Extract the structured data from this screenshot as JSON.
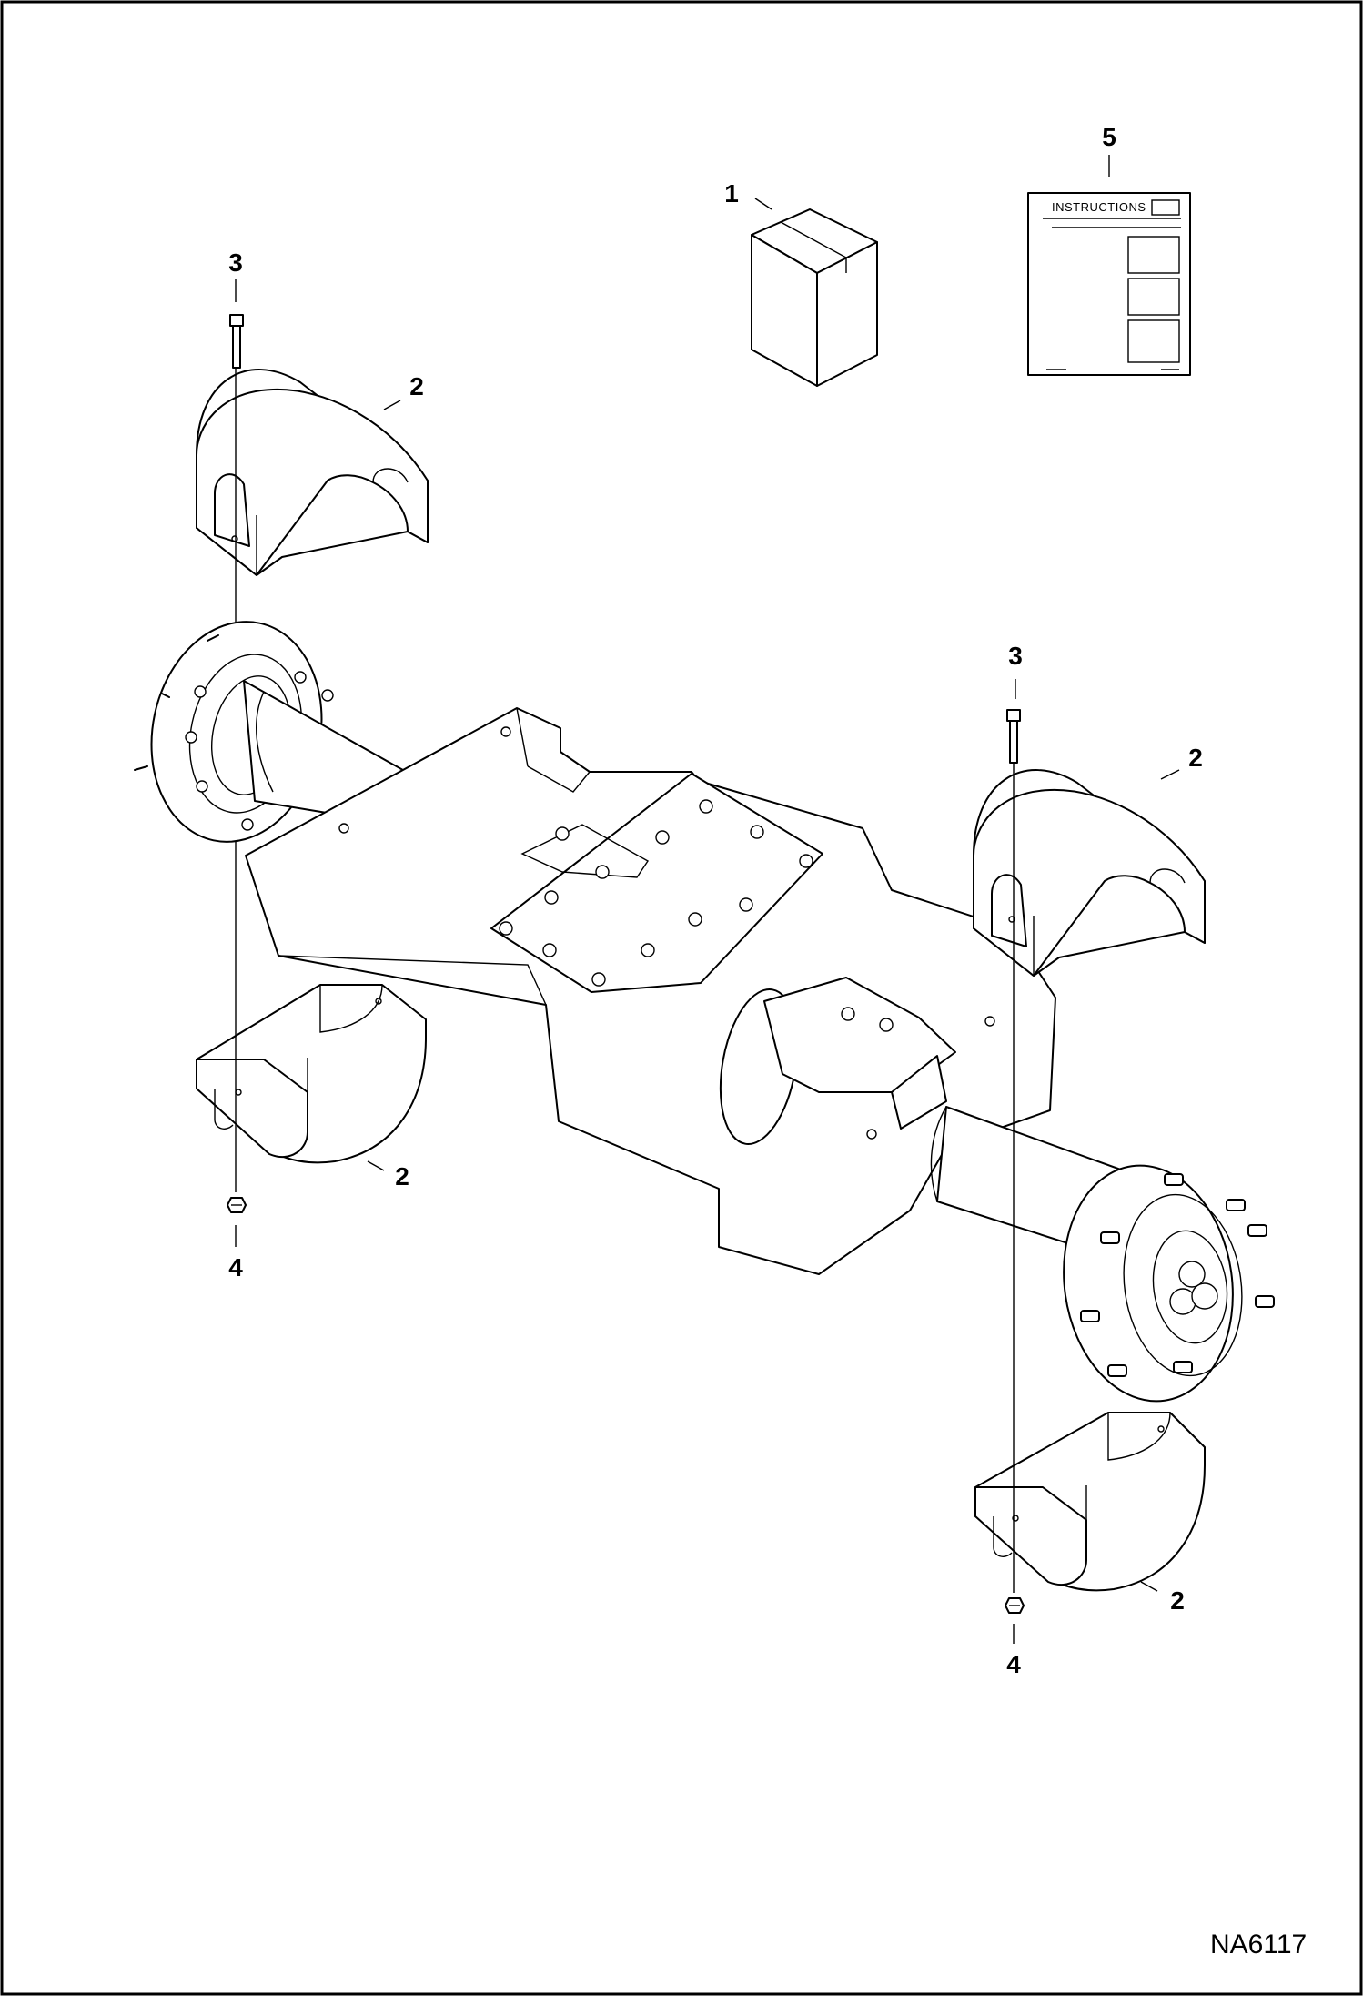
{
  "drawing": {
    "drawing_id": "NA6117",
    "instructions_sheet_title": "INSTRUCTIONS"
  },
  "callouts": [
    {
      "id": "c1",
      "label": "1"
    },
    {
      "id": "c5",
      "label": "5"
    },
    {
      "id": "c3a",
      "label": "3"
    },
    {
      "id": "c2a",
      "label": "2"
    },
    {
      "id": "c2b",
      "label": "2"
    },
    {
      "id": "c4a",
      "label": "4"
    },
    {
      "id": "c3b",
      "label": "3"
    },
    {
      "id": "c2c",
      "label": "2"
    },
    {
      "id": "c2d",
      "label": "2"
    },
    {
      "id": "c4b",
      "label": "4"
    }
  ],
  "parts": {
    "kit_box": "box-icon",
    "instructions": "instructions-sheet-icon",
    "bolt": "bolt-icon",
    "nut": "nut-icon",
    "counterweight_half": "counterweight-half-icon",
    "axle_assembly": "axle-assembly-icon"
  }
}
